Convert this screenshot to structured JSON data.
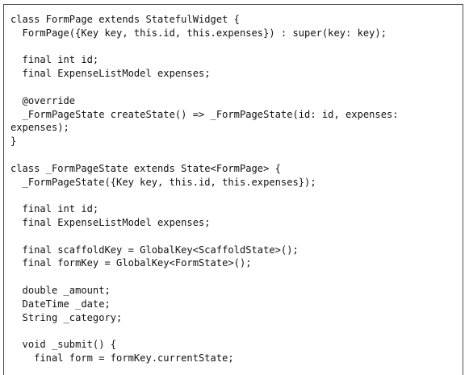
{
  "code": {
    "lines": [
      "class FormPage extends StatefulWidget {",
      "  FormPage({Key key, this.id, this.expenses}) : super(key: key);",
      "",
      "  final int id;",
      "  final ExpenseListModel expenses;",
      "",
      "  @override",
      "  _FormPageState createState() => _FormPageState(id: id, expenses:",
      "expenses);",
      "}",
      "",
      "class _FormPageState extends State<FormPage> {",
      "  _FormPageState({Key key, this.id, this.expenses});",
      "",
      "  final int id;",
      "  final ExpenseListModel expenses;",
      "",
      "  final scaffoldKey = GlobalKey<ScaffoldState>();",
      "  final formKey = GlobalKey<FormState>();",
      "",
      "  double _amount;",
      "  DateTime _date;",
      "  String _category;",
      "",
      "  void _submit() {",
      "    final form = formKey.currentState;"
    ]
  }
}
